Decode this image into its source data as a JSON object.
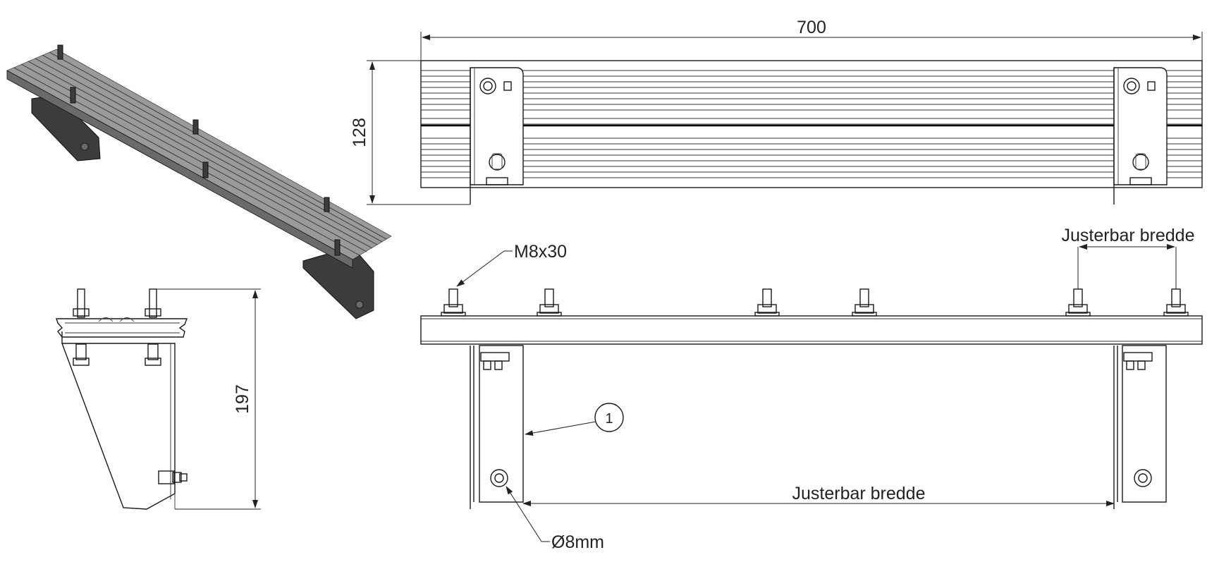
{
  "dimensions": {
    "overall_length": "700",
    "height": "128",
    "bracket_height": "197"
  },
  "labels": {
    "bolt_spec": "M8x30",
    "adjustable_width_top": "Justerbar bredde",
    "adjustable_width_bottom": "Justerbar bredde",
    "hole_diameter": "Ø8mm",
    "item_balloon": "1"
  }
}
